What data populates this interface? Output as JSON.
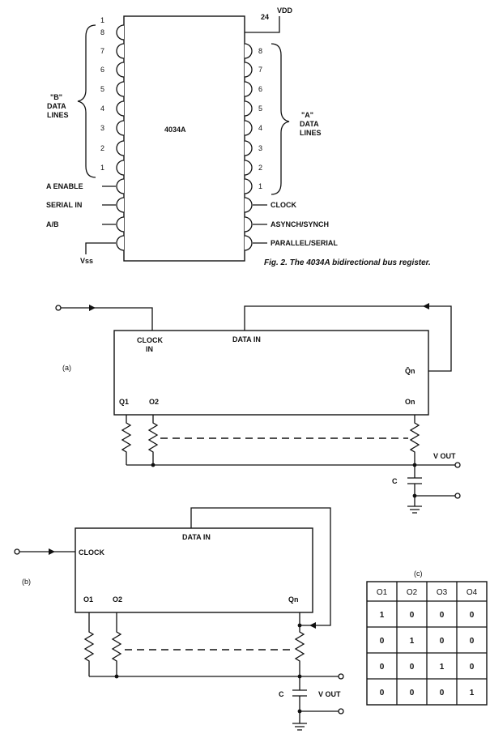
{
  "chip": {
    "name": "4034A",
    "pin_top_left": "1",
    "pin_top_right": "24",
    "vdd": "VDD",
    "vss": "Vss",
    "b_label": [
      "\"B\"",
      "DATA",
      "LINES"
    ],
    "a_label": [
      "\"A\"",
      "DATA",
      "LINES"
    ],
    "b_pins": [
      "8",
      "7",
      "6",
      "5",
      "4",
      "3",
      "2",
      "1"
    ],
    "a_pins": [
      "8",
      "7",
      "6",
      "5",
      "4",
      "3",
      "2",
      "1"
    ],
    "left_controls": [
      "A ENABLE",
      "SERIAL IN",
      "A/B"
    ],
    "right_controls": [
      "CLOCK",
      "ASYNCH/SYNCH",
      "PARALLEL/SERIAL"
    ]
  },
  "caption": "Fig. 2. The 4034A bidirectional bus register.",
  "circuit_a": {
    "tag": "(a)",
    "clock_in": [
      "CLOCK",
      "IN"
    ],
    "data_in": "DATA IN",
    "qn_bar": "Q̄n",
    "q1": "Q1",
    "q2": "O2",
    "qn": "On",
    "v_out": "V OUT",
    "cap": "C"
  },
  "circuit_b": {
    "tag": "(b)",
    "clock": "CLOCK",
    "data_in": "DATA IN",
    "q1": "O1",
    "q2": "O2",
    "qn": "Qn",
    "v_out": "V OUT",
    "cap": "C"
  },
  "truth_table": {
    "tag": "(c)",
    "headers": [
      "O1",
      "O2",
      "O3",
      "O4"
    ],
    "rows": [
      [
        "1",
        "0",
        "0",
        "0"
      ],
      [
        "0",
        "1",
        "0",
        "0"
      ],
      [
        "0",
        "0",
        "1",
        "0"
      ],
      [
        "0",
        "0",
        "0",
        "1"
      ]
    ]
  }
}
